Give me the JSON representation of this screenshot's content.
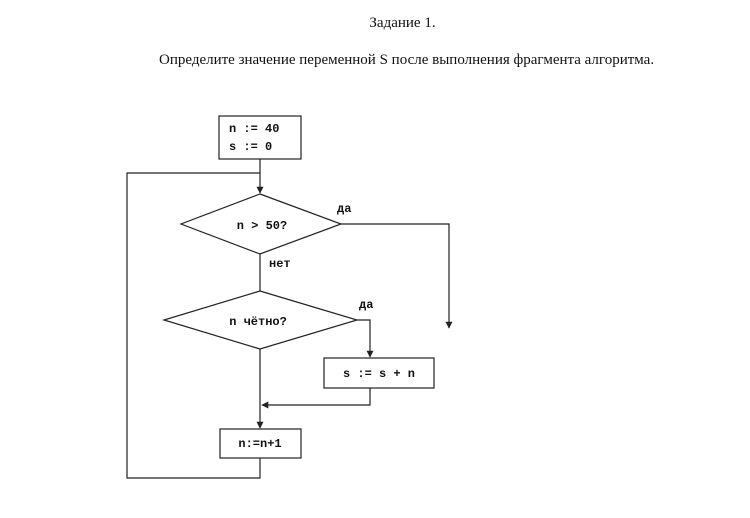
{
  "task": {
    "title": "Задание 1.",
    "text": "Определите значение переменной S после выполнения фрагмента алгоритма."
  },
  "flowchart": {
    "init_line1": "n := 40",
    "init_line2": "s := 0",
    "condition1": "n > 50?",
    "condition1_yes": "да",
    "condition1_no": "нет",
    "condition2": "n чётно?",
    "condition2_yes": "да",
    "assign_sum": "s := s + n",
    "increment": "n:=n+1"
  },
  "colors": {
    "line": "#222222",
    "text": "#111111"
  }
}
